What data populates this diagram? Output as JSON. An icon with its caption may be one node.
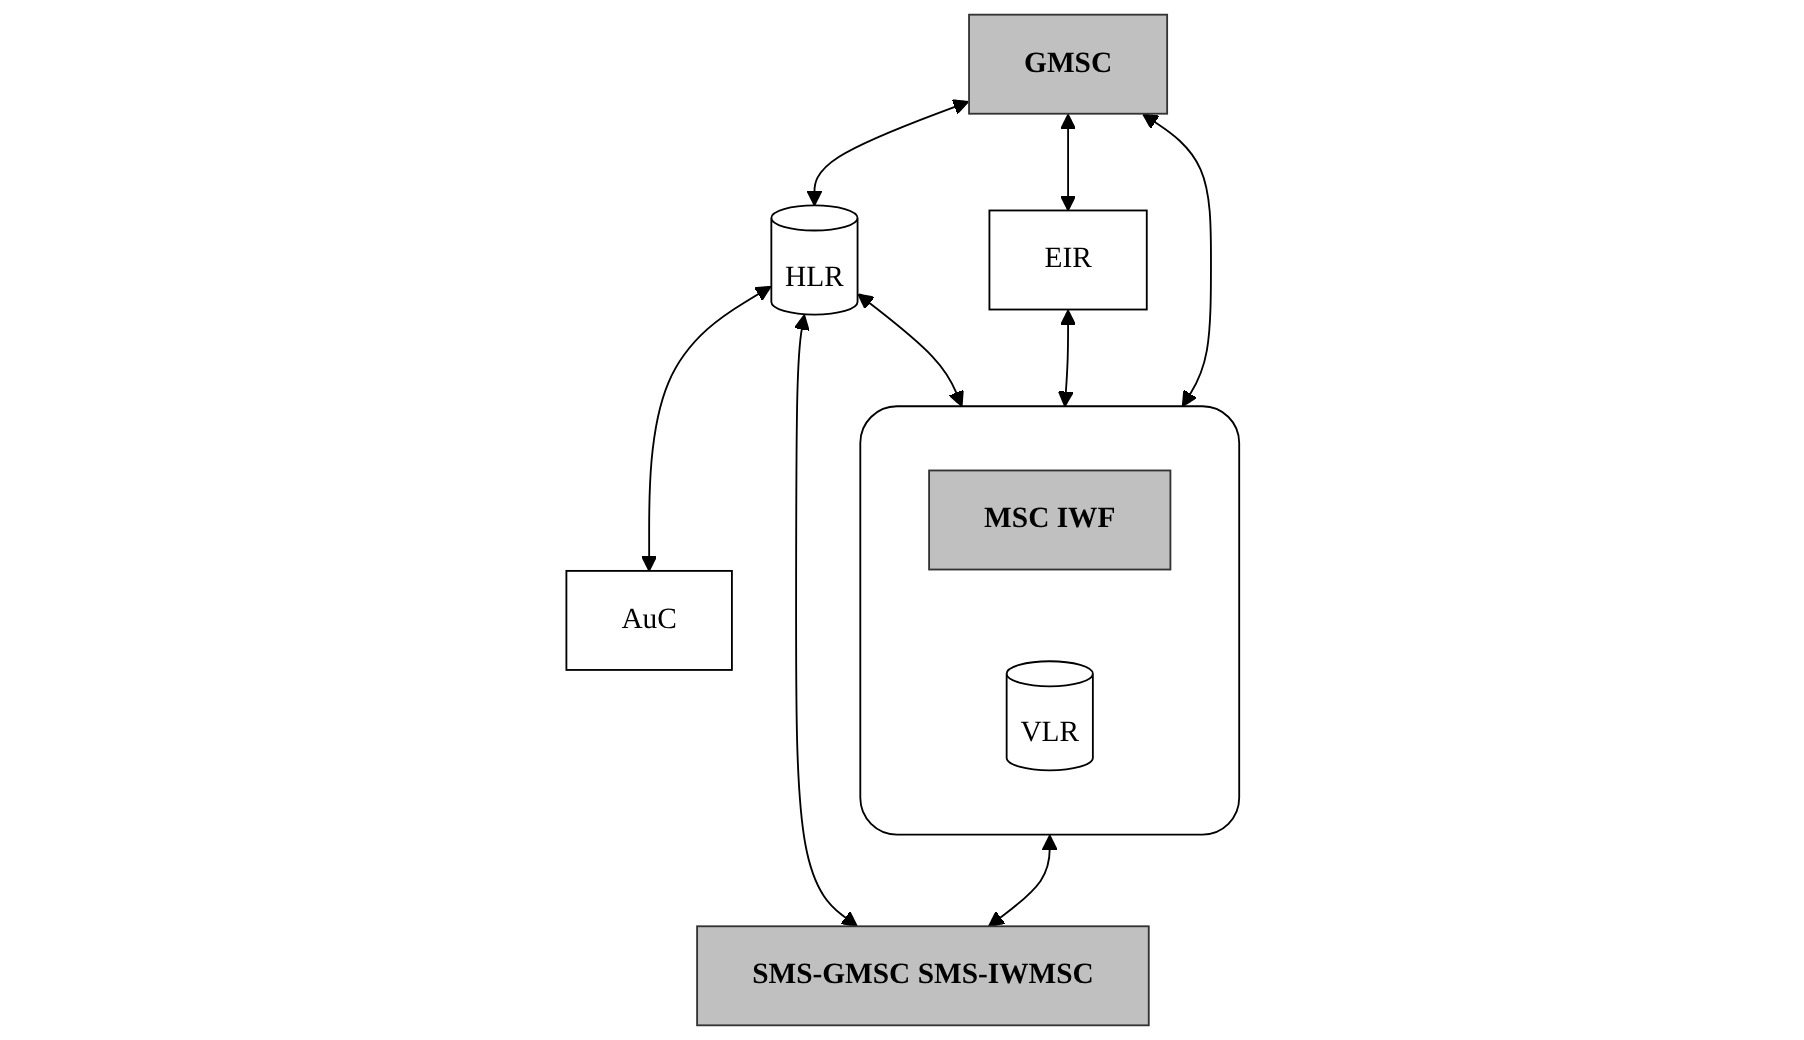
{
  "diagram": {
    "nodes": [
      {
        "text": [
          "GMSC"
        ]
      },
      {
        "text": [
          "HLR"
        ]
      },
      {
        "text": [
          "AuC"
        ]
      },
      {
        "text": [
          "EIR"
        ]
      },
      {
        "text": [],
        "shape": "box"
      },
      {
        "text": [
          "MSC IWF"
        ],
        "in": 4
      },
      {
        "text": [
          "VLR"
        ],
        "in": 4
      },
      {
        "text": [
          "SMS-GMSC SMS-IWMSC"
        ]
      }
    ],
    "edges": [
      {
        "from": 0,
        "to": 1,
        "arrow": "both"
      },
      {
        "from": 1,
        "to": 2,
        "arrow": "both"
      },
      {
        "from": 0,
        "to": 3,
        "arrow": "both"
      },
      {
        "from": 0,
        "to": 4,
        "arrow": "both"
      },
      {
        "from": 1,
        "to": 4,
        "arrow": "both"
      },
      {
        "from": 1,
        "to": 7,
        "arrow": "both"
      },
      {
        "from": 3,
        "to": 4,
        "arrow": "both"
      },
      {
        "from": 4,
        "to": 7,
        "arrow": "both"
      }
    ]
  }
}
